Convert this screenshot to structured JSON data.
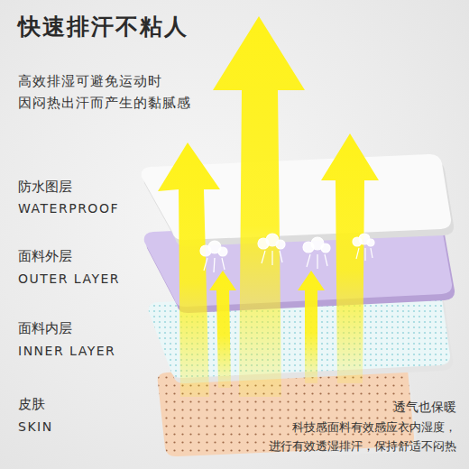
{
  "diagram": {
    "title": "快速排汗不粘人",
    "labels": [
      "高效排湿可避免运动时 因闷热出汗而产生的黏腻感",
      "防水图层",
      "WATERPROOF",
      "面料外层",
      "OUTER LAYER",
      "面料内层",
      "INNER LAYER",
      "皮肤",
      "SKIN",
      "透气也保暖",
      "科技感面料有效感应衣内湿度， 进行有效透湿排汗，保持舒适不闷热"
    ]
  }
}
